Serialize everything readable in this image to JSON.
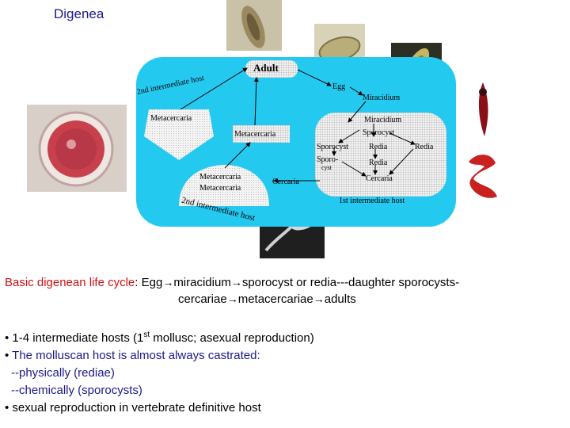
{
  "title": "Digenea",
  "diagram": {
    "adult": "Adult",
    "egg": "Egg",
    "miracidium": "Miracidium",
    "second_intermediate_host_top": "2nd intermediate host",
    "metacercaria_left": "Metacercaria",
    "metacercaria_middle": "Metacercaria",
    "metacercaria_bottom_1": "Metacercaria",
    "metacercaria_bottom_2": "Metacercaria",
    "cercaria_out": "Cercaria",
    "second_intermediate_host_bottom": "2nd intermediate host",
    "first_intermediate_host": "1st intermediate host",
    "box_miracidium": "Miracidium",
    "box_sporocyst": "Sporocyst",
    "box_sporocyst_left": "Sporocyst",
    "box_redia_1": "Redia",
    "box_redia_right": "Redia",
    "box_sporo": "Sporo-",
    "box_cyst": "cyst",
    "box_redia_2": "Redia",
    "box_cercaria": "Cercaria"
  },
  "lifecycle": {
    "label": "Basic digenean life cycle",
    "colon": ": ",
    "p1": "Egg",
    "p2": "miracidium",
    "p3": "sporocyst or redia---daughter sporocysts-",
    "p4": "cercariae",
    "p5": "metacercariae",
    "p6": "adults"
  },
  "bullets": {
    "b1_pre": "1-4 intermediate hosts (1",
    "b1_sup": "st",
    "b1_post": " mollusc; asexual reproduction)",
    "b2": "The molluscan host is almost always castrated:",
    "b2a": "--physically (rediae)",
    "b2b": "--chemically (sporocysts)",
    "b3": "sexual reproduction in vertebrate definitive host"
  }
}
